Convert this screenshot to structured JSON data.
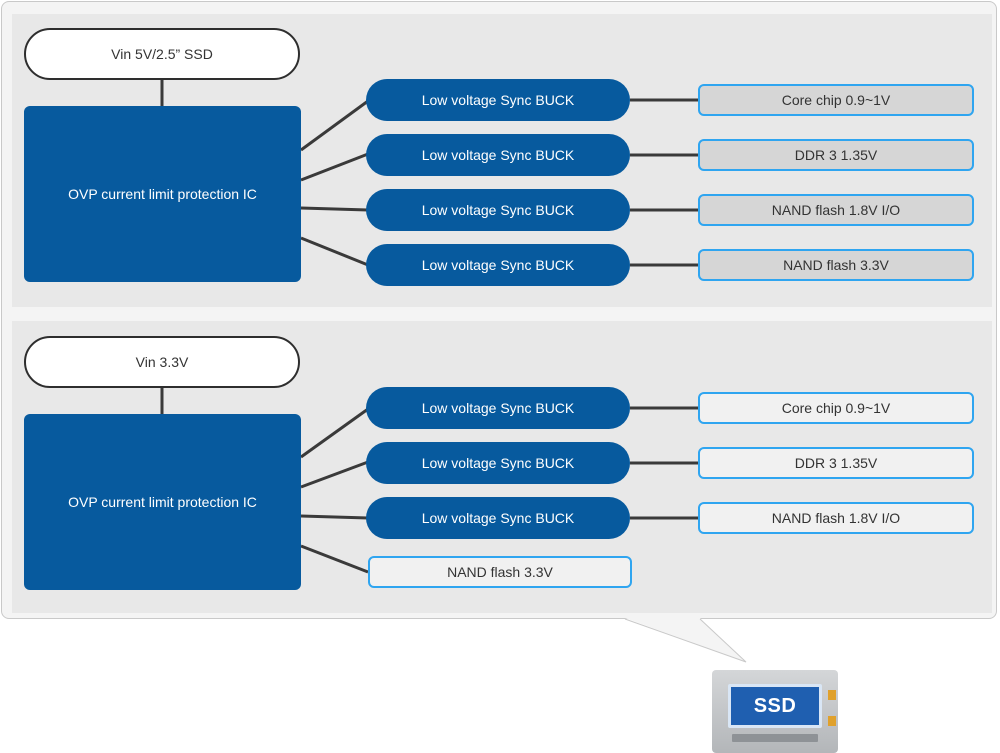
{
  "sections": [
    {
      "vin_label": "Vin 5V/2.5” SSD",
      "ovp_label": "OVP current limit protection IC",
      "buck_labels": [
        "Low voltage Sync BUCK",
        "Low voltage Sync BUCK",
        "Low voltage Sync BUCK",
        "Low voltage Sync BUCK"
      ],
      "outputs": [
        "Core chip 0.9~1V",
        "DDR 3 1.35V",
        "NAND flash 1.8V I/O",
        "NAND flash 3.3V"
      ]
    },
    {
      "vin_label": "Vin 3.3V",
      "ovp_label": "OVP current limit protection IC",
      "buck_labels": [
        "Low voltage Sync BUCK",
        "Low voltage Sync BUCK",
        "Low voltage Sync BUCK"
      ],
      "outputs": [
        "Core chip 0.9~1V",
        "DDR 3 1.35V",
        "NAND flash 1.8V I/O"
      ],
      "direct_output": "NAND flash 3.3V"
    }
  ],
  "ssd_icon": {
    "icon": "ssd-drive-icon",
    "label": "SSD"
  },
  "colors": {
    "block_blue": "#075a9e",
    "output_border": "#2fa5f0",
    "wire": "#3a3a3a"
  }
}
